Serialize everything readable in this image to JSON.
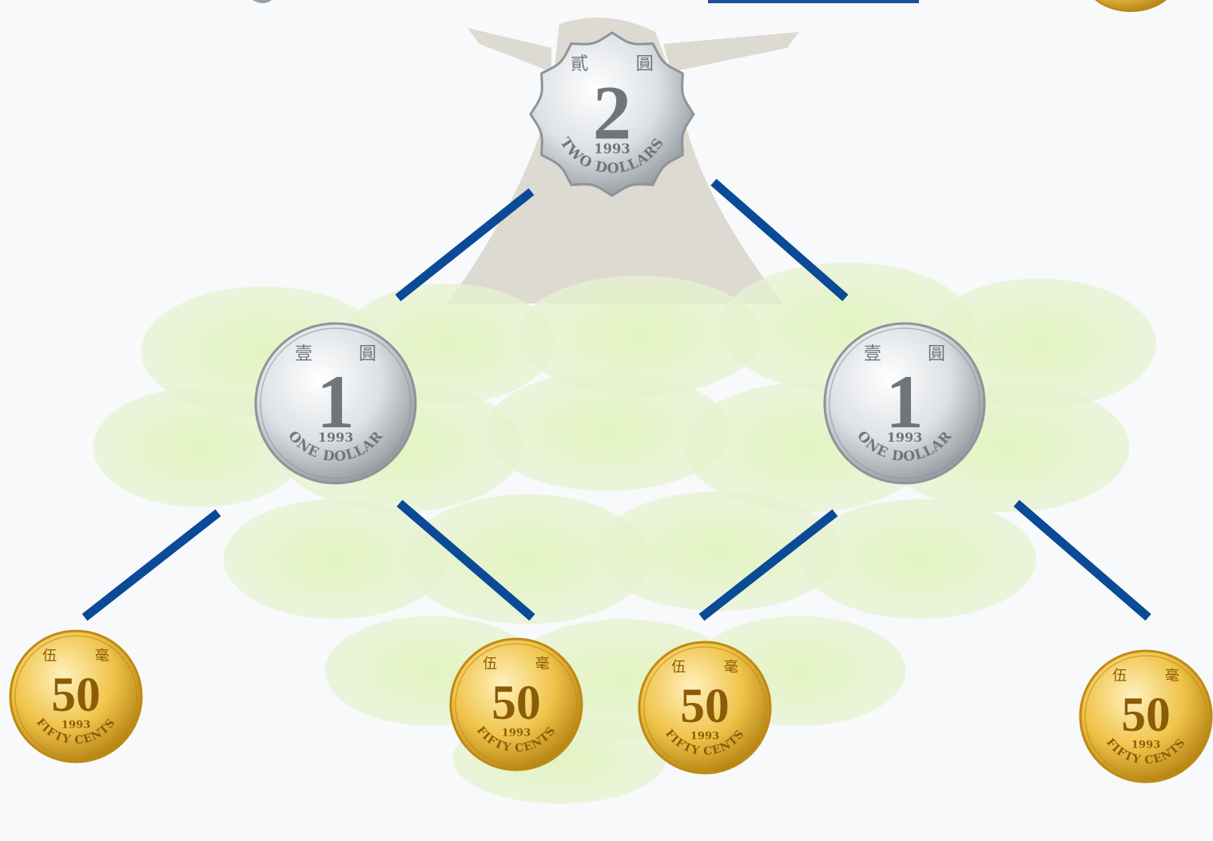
{
  "colors": {
    "connector": "#0a4a96",
    "silver_light": "#f2f4f6",
    "silver_dark": "#8e949a",
    "gold_light": "#fbe6a0",
    "gold_dark": "#c08a12",
    "foliage": "#cfe8a6",
    "trunk": "#d8d4c8",
    "top_bar": "#1d4f9c"
  },
  "tree": {
    "root": {
      "value": "2",
      "year": "1993",
      "label": "TWO DOLLARS",
      "chars": [
        "貳",
        "圓"
      ],
      "shape": "scalloped",
      "metal": "silver"
    },
    "level1": [
      {
        "value": "1",
        "year": "1993",
        "label": "ONE DOLLAR",
        "chars": [
          "壹",
          "圓"
        ],
        "metal": "silver"
      },
      {
        "value": "1",
        "year": "1993",
        "label": "ONE DOLLAR",
        "chars": [
          "壹",
          "圓"
        ],
        "metal": "silver"
      }
    ],
    "level2": [
      {
        "value": "50",
        "year": "1993",
        "label": "FIFTY CENTS",
        "chars": [
          "伍",
          "毫"
        ],
        "metal": "gold"
      },
      {
        "value": "50",
        "year": "1993",
        "label": "FIFTY CENTS",
        "chars": [
          "伍",
          "毫"
        ],
        "metal": "gold"
      },
      {
        "value": "50",
        "year": "1993",
        "label": "FIFTY CENTS",
        "chars": [
          "伍",
          "毫"
        ],
        "metal": "gold"
      },
      {
        "value": "50",
        "year": "1993",
        "label": "FIFTY CENTS",
        "chars": [
          "伍",
          "毫"
        ],
        "metal": "gold"
      }
    ]
  }
}
